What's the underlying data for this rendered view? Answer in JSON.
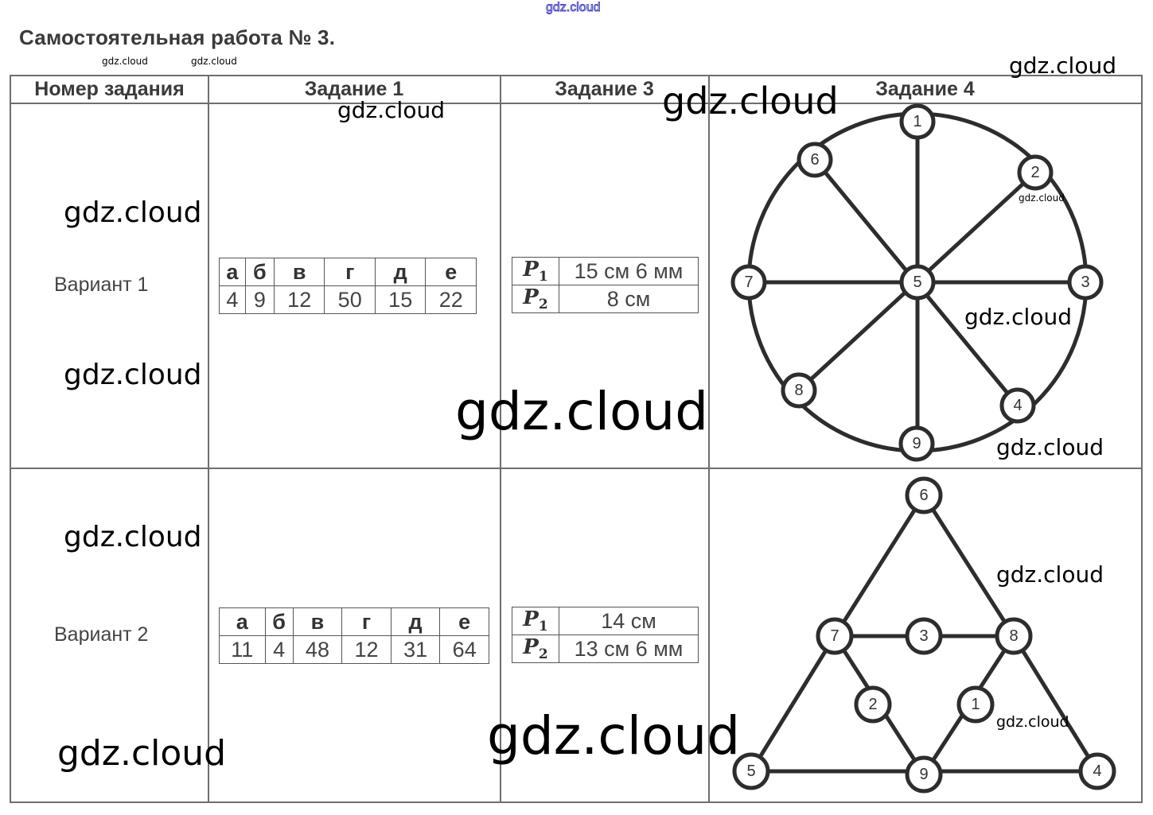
{
  "watermark": {
    "text": "gdz.cloud"
  },
  "title": "Самостоятельная работа № 3.",
  "headers": {
    "task_number": "Номер задания",
    "task1": "Задание 1",
    "task3": "Задание 3",
    "task4": "Задание 4"
  },
  "variants": [
    {
      "label": "Вариант 1",
      "task1": {
        "letters": [
          "а",
          "б",
          "в",
          "г",
          "д",
          "е"
        ],
        "values": [
          "4",
          "9",
          "12",
          "50",
          "15",
          "22"
        ]
      },
      "task3": {
        "rows": [
          {
            "symbol": "P",
            "index": "1",
            "value": "15 см 6 мм"
          },
          {
            "symbol": "P",
            "index": "2",
            "value": "8 см"
          }
        ]
      },
      "task4": {
        "shape": "circle",
        "nodes": [
          "1",
          "2",
          "3",
          "4",
          "5",
          "6",
          "7",
          "8",
          "9"
        ]
      }
    },
    {
      "label": "Вариант 2",
      "task1": {
        "letters": [
          "а",
          "б",
          "в",
          "г",
          "д",
          "е"
        ],
        "values": [
          "11",
          "4",
          "48",
          "12",
          "31",
          "64"
        ]
      },
      "task3": {
        "rows": [
          {
            "symbol": "P",
            "index": "1",
            "value": "14 см"
          },
          {
            "symbol": "P",
            "index": "2",
            "value": "13 см 6 мм"
          }
        ]
      },
      "task4": {
        "shape": "triangle",
        "nodes": [
          "1",
          "2",
          "3",
          "4",
          "5",
          "6",
          "7",
          "8",
          "9"
        ]
      }
    }
  ]
}
